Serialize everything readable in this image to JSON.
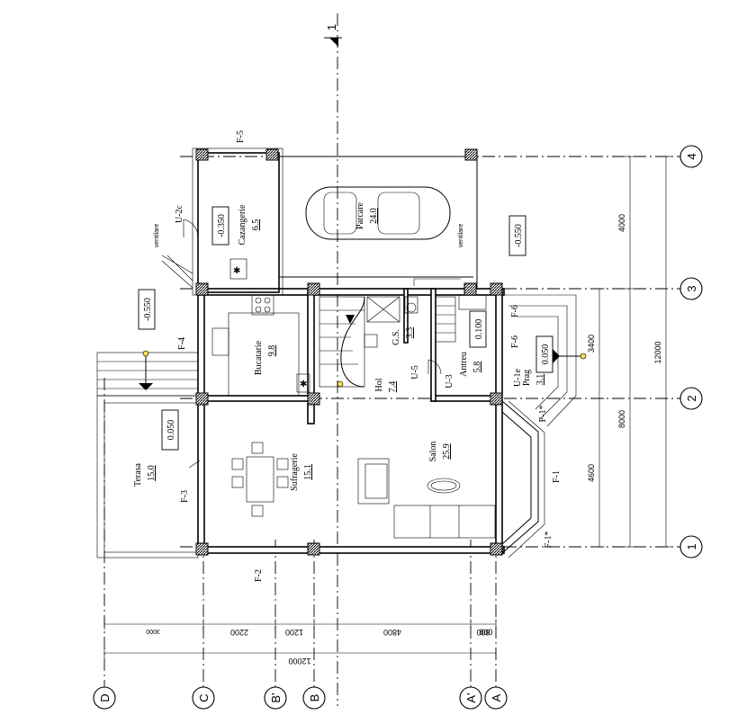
{
  "section": {
    "label": "1"
  },
  "rooms": [
    {
      "id": "cazangerie",
      "name": "Cazangerie",
      "area": "6.5",
      "level": "-0.350"
    },
    {
      "id": "parcare",
      "name": "Parcare",
      "area": "24.0",
      "level": "-0.550"
    },
    {
      "id": "bucatarie",
      "name": "Bucatarie",
      "area": "9.8"
    },
    {
      "id": "gs",
      "name": "G.S.",
      "area": "3.3"
    },
    {
      "id": "antreu",
      "name": "Antreu",
      "area": "5.8",
      "level": "0.100"
    },
    {
      "id": "hol",
      "name": "Hol",
      "area": "7.4"
    },
    {
      "id": "salon",
      "name": "Salon",
      "area": "25.9"
    },
    {
      "id": "sufragerie",
      "name": "Sufragerie",
      "area": "15.1"
    },
    {
      "id": "terasa",
      "name": "Terasa",
      "area": "15.0",
      "level": "0.050"
    },
    {
      "id": "prag",
      "name": "Prag",
      "area": "3.1",
      "level": "0.050"
    }
  ],
  "levels": {
    "west": "-0.550"
  },
  "windows": [
    "F-5",
    "F-4",
    "F-3",
    "F-2",
    "F-1",
    "F-1*",
    "F-1*",
    "F-6",
    "F-6"
  ],
  "doors": [
    "U-2c",
    "U-5",
    "U-3",
    "U-1e"
  ],
  "vents": [
    "ventilare",
    "ventilare"
  ],
  "right_dims": {
    "d1": "4000",
    "d2": "4600",
    "d3": "3400",
    "d4": "8000",
    "d5": "12000"
  },
  "bottom_dims": {
    "d1": "3000",
    "d2": "2200",
    "d3": "1200",
    "d4": "4800",
    "d5": "800",
    "d6": "800",
    "total": "12000"
  },
  "axes_right": [
    "4",
    "3",
    "2",
    "1"
  ],
  "axes_bottom": [
    "D",
    "C",
    "B'",
    "B",
    "A'",
    "A"
  ]
}
